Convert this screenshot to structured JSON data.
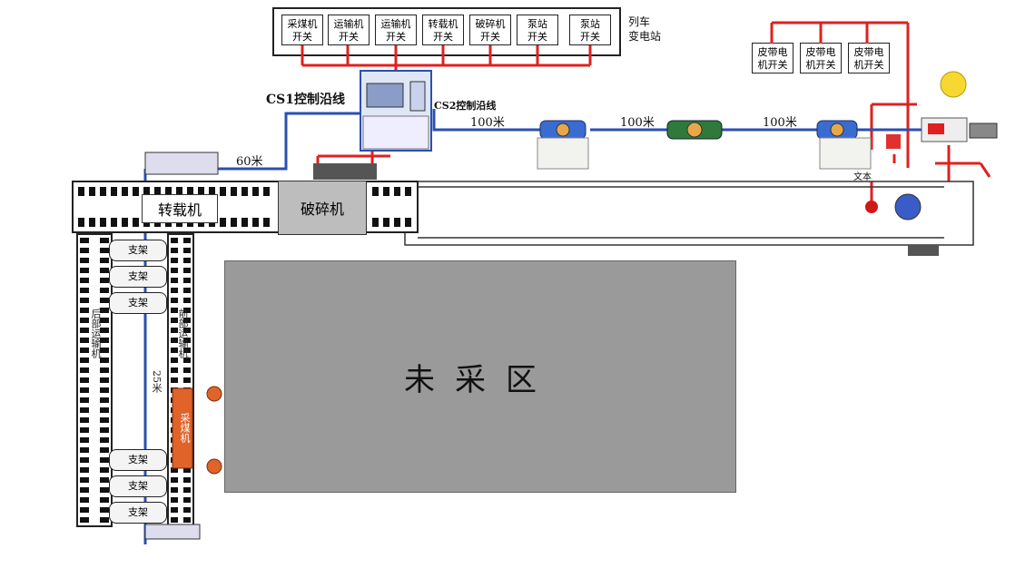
{
  "top_switches": [
    "采煤机\n开关",
    "运输机\n开关",
    "运输机\n开关",
    "转载机\n开关",
    "破碎机\n开关",
    "泵站\n开关",
    "泵站\n开关"
  ],
  "train_label": "列车\n变电站",
  "belt_switches": [
    "皮带电\n机开关",
    "皮带电\n机开关",
    "皮带电\n机开关"
  ],
  "cs1_label": "CS1控制沿线",
  "cs2_label": "CS2控制沿线",
  "dist_60": "60米",
  "dist_100a": "100米",
  "dist_100b": "100米",
  "dist_100c": "100米",
  "dist_25": "25米",
  "transfer_label": "转载机",
  "crusher_label": "破碎机",
  "unmined_label": "未采区",
  "supports": [
    "支架",
    "支架",
    "支架",
    "支架",
    "支架",
    "支架"
  ],
  "rear_conveyor": "后部运输机",
  "front_conveyor": "前部运输机",
  "shearer": "采煤机",
  "sprinkler_label": "文本",
  "colors": {
    "red": "#e02020",
    "blue": "#2a4fb0",
    "gray": "#9a9a9a",
    "orange": "#e0632a"
  }
}
